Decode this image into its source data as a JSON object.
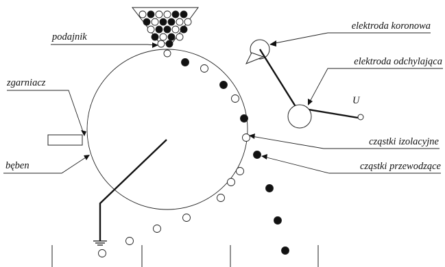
{
  "labels": {
    "podajnik": "podajnik",
    "zgarniacz": "zgarniacz",
    "beben": "bęben",
    "elektroda_koronowa": "elektroda koronowa",
    "elektroda_odchylajaca": "elektroda odchylająca",
    "voltage": "U",
    "czastki_izolacyjne": "cząstki izolacyjne",
    "czastki_przewodzace": "cząstki przewodzące"
  },
  "colors": {
    "conductive_particle": "#111111",
    "insulating_particle": "#ffffff",
    "line": "#111111"
  }
}
